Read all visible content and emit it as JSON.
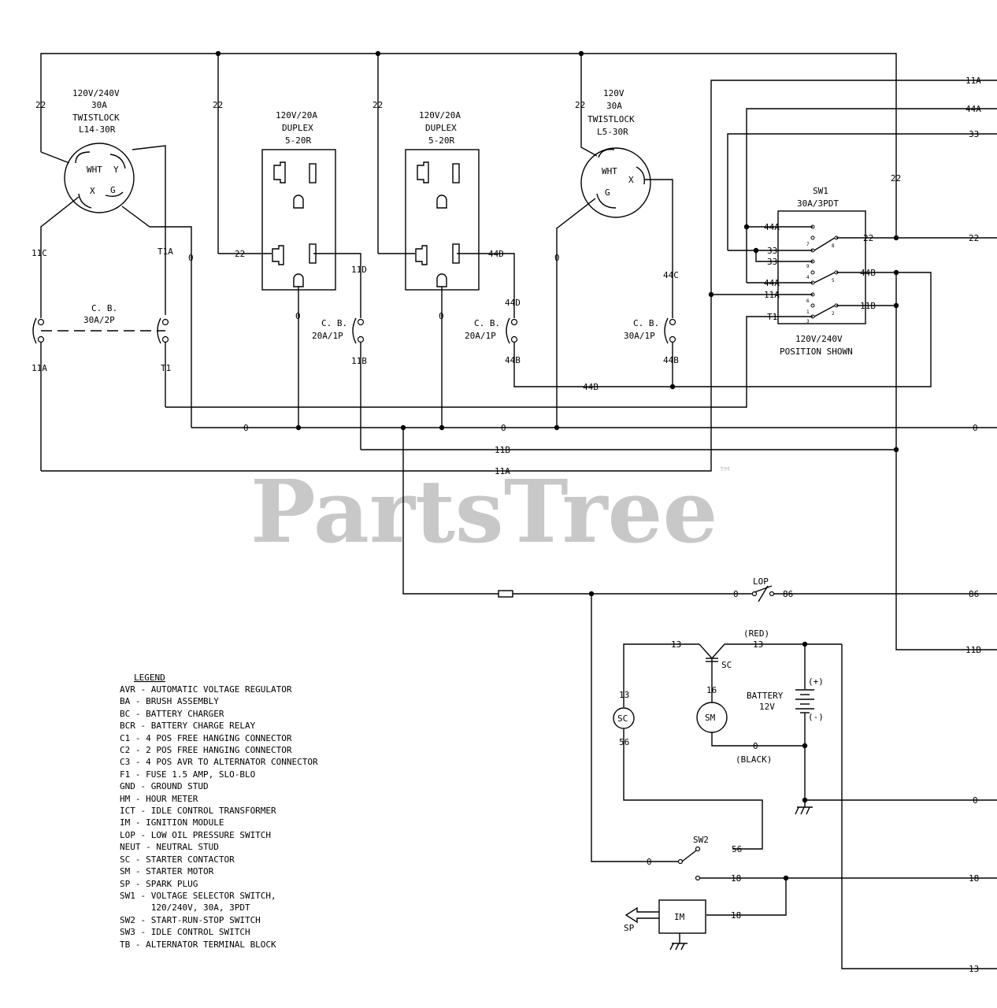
{
  "watermark": {
    "text": "PartsTree",
    "trademark": "™"
  },
  "receptacles": {
    "l14": {
      "l1": "120V/240V",
      "l2": "30A",
      "l3": "TWISTLOCK",
      "l4": "L14-30R",
      "wht": "WHT",
      "y": "Y",
      "x": "X",
      "g": "G"
    },
    "duplex1": {
      "l1": "120V/20A",
      "l2": "DUPLEX",
      "l3": "5-20R"
    },
    "duplex2": {
      "l1": "120V/20A",
      "l2": "DUPLEX",
      "l3": "5-20R"
    },
    "l5": {
      "l1": "120V",
      "l2": "30A",
      "l3": "TWISTLOCK",
      "l4": "L5-30R",
      "wht": "WHT",
      "x": "X",
      "g": "G"
    }
  },
  "breakers": {
    "cb_main": {
      "l1": "C. B.",
      "l2": "30A/2P"
    },
    "cb_d1": {
      "l1": "C. B.",
      "l2": "20A/1P"
    },
    "cb_d2": {
      "l1": "C. B.",
      "l2": "20A/1P"
    },
    "cb_l5": {
      "l1": "C. B.",
      "l2": "30A/1P"
    }
  },
  "switch_sw1": {
    "title": "SW1",
    "rating": "30A/3PDT",
    "caption1": "120V/240V",
    "caption2": "POSITION SHOWN",
    "pins": [
      "7",
      "8",
      "9",
      "4",
      "5",
      "6",
      "1",
      "2",
      "3"
    ]
  },
  "wires": {
    "w22": "22",
    "w11C": "11C",
    "wT1A": "T1A",
    "w0": "0",
    "w11A": "11A",
    "wT1": "T1",
    "w11D": "11D",
    "w11B": "11B",
    "w44D": "44D",
    "w44B": "44B",
    "w44C": "44C",
    "w44A": "44A",
    "w33": "33",
    "w86": "86",
    "w13": "13",
    "w16": "16",
    "w56": "56",
    "w18": "18"
  },
  "components": {
    "lop": "LOP",
    "red": "(RED)",
    "black": "(BLACK)",
    "sc": "SC",
    "sm": "SM",
    "battery1": "BATTERY",
    "battery2": "12V",
    "plus": "(+)",
    "minus": "(-)",
    "sw2": "SW2",
    "im": "IM",
    "sp": "SP"
  },
  "legend": {
    "title": "LEGEND",
    "items": [
      "AVR - AUTOMATIC VOLTAGE REGULATOR",
      "BA - BRUSH ASSEMBLY",
      "BC - BATTERY CHARGER",
      "BCR - BATTERY CHARGE RELAY",
      "C1 - 4 POS FREE HANGING CONNECTOR",
      "C2 - 2 POS FREE HANGING CONNECTOR",
      "C3 - 4 POS AVR TO ALTERNATOR CONNECTOR",
      "F1 - FUSE 1.5 AMP, SLO-BLO",
      "GND - GROUND STUD",
      "HM - HOUR METER",
      "ICT - IDLE CONTROL TRANSFORMER",
      "IM - IGNITION MODULE",
      "LOP - LOW OIL PRESSURE SWITCH",
      "NEUT - NEUTRAL STUD",
      "SC - STARTER CONTACTOR",
      "SM - STARTER MOTOR",
      "SP - SPARK PLUG",
      "SW1 - VOLTAGE SELECTOR SWITCH,",
      "      120/240V, 30A, 3PDT",
      "SW2 - START-RUN-STOP SWITCH",
      "SW3 - IDLE CONTROL SWITCH",
      "TB - ALTERNATOR TERMINAL BLOCK"
    ]
  }
}
